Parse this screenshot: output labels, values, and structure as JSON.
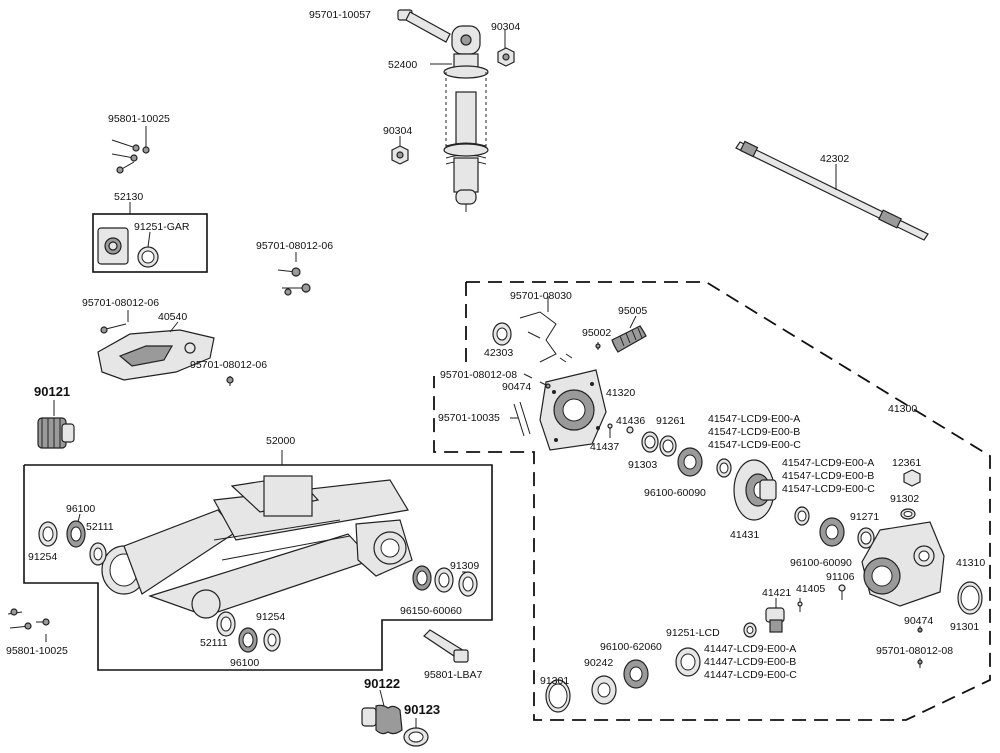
{
  "labels": {
    "l95701_10057": "95701-10057",
    "l90304a": "90304",
    "l52400": "52400",
    "l90304b": "90304",
    "l95801_10025a": "95801-10025",
    "l52130": "52130",
    "l91251_gar": "91251-GAR",
    "l95701_08012_06a": "95701-08012-06",
    "l95701_08012_06b": "95701-08012-06",
    "l40540": "40540",
    "l95701_08012_06c": "95701-08012-06",
    "l90121": "90121",
    "l52000": "52000",
    "l96100a": "96100",
    "l52111a": "52111",
    "l91254a": "91254",
    "l91309": "91309",
    "l96150_60060": "96150-60060",
    "l91254b": "91254",
    "l52111b": "52111",
    "l96100b": "96100",
    "l95801_10025b": "95801-10025",
    "l95801_lba7": "95801-LBA7",
    "l90122": "90122",
    "l90123": "90123",
    "l42302": "42302",
    "l95701_08030": "95701-08030",
    "l95005": "95005",
    "l95002": "95002",
    "l42303": "42303",
    "l95701_08012_08a": "95701-08012-08",
    "l90474a": "90474",
    "l41320": "41320",
    "l95701_10035": "95701-10035",
    "l41300": "41300",
    "l41436": "41436",
    "l91261": "91261",
    "l41437": "41437",
    "l91303": "91303",
    "l96100_60090a": "96100-60090",
    "l41547a": "41547-LCD9-E00-A",
    "l41547b": "41547-LCD9-E00-B",
    "l41547c": "41547-LCD9-E00-C",
    "l41547d": "41547-LCD9-E00-A",
    "l41547e": "41547-LCD9-E00-B",
    "l41547f": "41547-LCD9-E00-C",
    "l12361": "12361",
    "l41431": "41431",
    "l91302": "91302",
    "l91271": "91271",
    "l96100_60090b": "96100-60090",
    "l41310": "41310",
    "l91106": "91106",
    "l41421": "41421",
    "l41405": "41405",
    "l90474b": "90474",
    "l91301a": "91301",
    "l95701_08012_08b": "95701-08012-08",
    "l91251_lcd": "91251-LCD",
    "l96100_62060": "96100-62060",
    "l41447a": "41447-LCD9-E00-A",
    "l41447b": "41447-LCD9-E00-B",
    "l41447c": "41447-LCD9-E00-C",
    "l90242": "90242",
    "l91301b": "91301"
  }
}
